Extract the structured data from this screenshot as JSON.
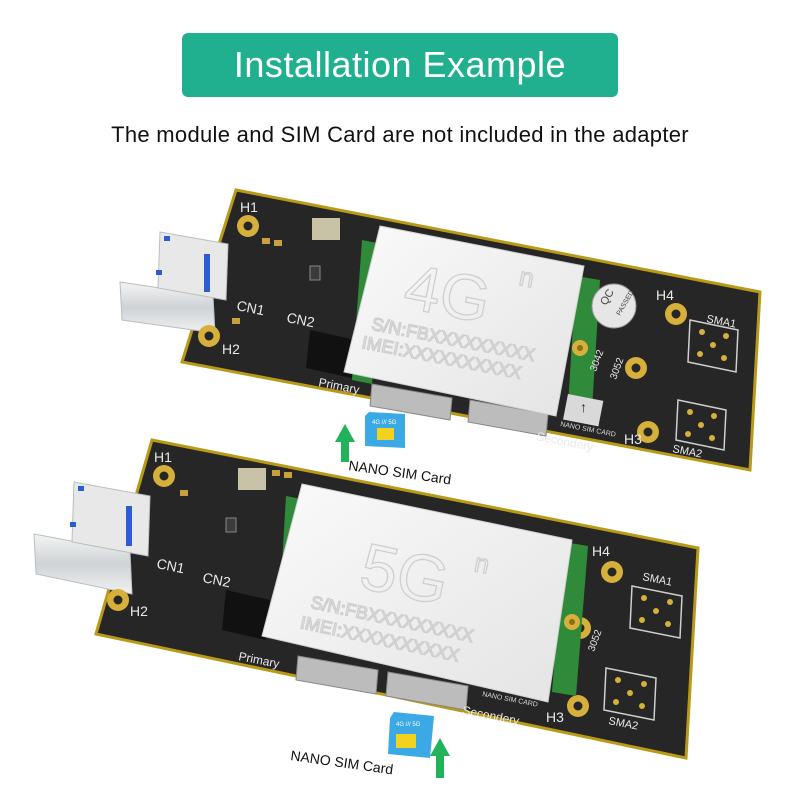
{
  "banner": {
    "title": "Installation  Example",
    "color": "#21b08f"
  },
  "subtitle": "The module  and  SIM Card  are  not  included  in  the  adapter",
  "boards": [
    {
      "module": {
        "generation": "4G",
        "superscript": "n",
        "serial": "S/N:FBXXXXXXXXX",
        "imei": "IMEI:XXXXXXXXXX"
      },
      "labels": {
        "h1": "H1",
        "h2": "H2",
        "h3": "H3",
        "h4": "H4",
        "cn1": "CN1",
        "cn2": "CN2",
        "sma1": "SMA1",
        "sma2": "SMA2",
        "m3042": "3042",
        "m3052": "3052",
        "primary": "Primary",
        "secondary": "Secondery",
        "nano_sim_card": "NANO SIM CARD",
        "qc_top": "QC",
        "qc_bottom": "PASSED"
      },
      "sim": {
        "label": "NANO  SIM  Card",
        "card_marks": "4G /// 5G"
      }
    },
    {
      "module": {
        "generation": "5G",
        "superscript": "n",
        "serial": "S/N:FBXXXXXXXXX",
        "imei": "IMEI:XXXXXXXXXX"
      },
      "labels": {
        "h1": "H1",
        "h2": "H2",
        "h3": "H3",
        "h4": "H4",
        "cn1": "CN1",
        "cn2": "CN2",
        "sma1": "SMA1",
        "sma2": "SMA2",
        "m3052": "3052",
        "primary": "Primary",
        "secondary": "Secondery",
        "nano_sim_card": "NANO SIM CARD"
      },
      "sim": {
        "label": "NANO  SIM  Card",
        "card_marks": "4G /// 5G"
      }
    }
  ],
  "colors": {
    "pcb": "#262626",
    "pcb_edge": "#b89a18",
    "gold": "#d6b03a",
    "arrow": "#20b35a",
    "sim": "#3aa9e6",
    "chip": "#f2d21e"
  }
}
